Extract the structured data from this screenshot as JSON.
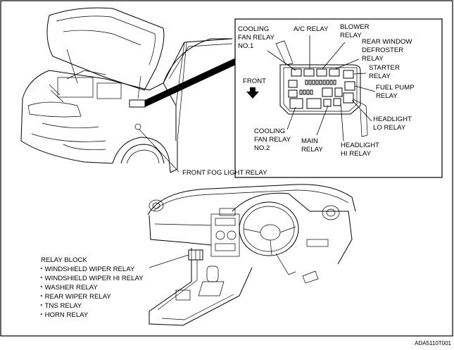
{
  "fuse_box_labels": {
    "cooling_fan_relay_1": [
      "COOLING",
      "FAN RELAY",
      "NO.1"
    ],
    "ac_relay": [
      "A/C RELAY"
    ],
    "blower_relay": [
      "BLOWER",
      "RELAY"
    ],
    "rear_window_defroster_relay": [
      "REAR WINDOW",
      "DEFROSTER",
      "RELAY"
    ],
    "starter_relay": [
      "STARTER",
      "RELAY"
    ],
    "fuel_pump_relay": [
      "FUEL PUMP",
      "RELAY"
    ],
    "headlight_lo_relay": [
      "HEADLIGHT",
      "LO RELAY"
    ],
    "headlight_hi_relay": [
      "HEADLIGHT",
      "HI RELAY"
    ],
    "main_relay": [
      "MAIN",
      "RELAY"
    ],
    "cooling_fan_relay_2": [
      "COOLING",
      "FAN RELAY",
      "NO.2"
    ],
    "front": "FRONT"
  },
  "front_fog_light_relay": "FRONT FOG LIGHT RELAY",
  "relay_block": {
    "title": "RELAY BLOCK",
    "items": [
      "・WINDSHIELD WIPER RELAY",
      "・WINDSHIELD WIPER HI RELAY",
      "・WASHER RELAY",
      "・REAR WIPER RELAY",
      "・TNS RELAY",
      "・HORN RELAY"
    ]
  },
  "figure_code": "ADA5110T001"
}
